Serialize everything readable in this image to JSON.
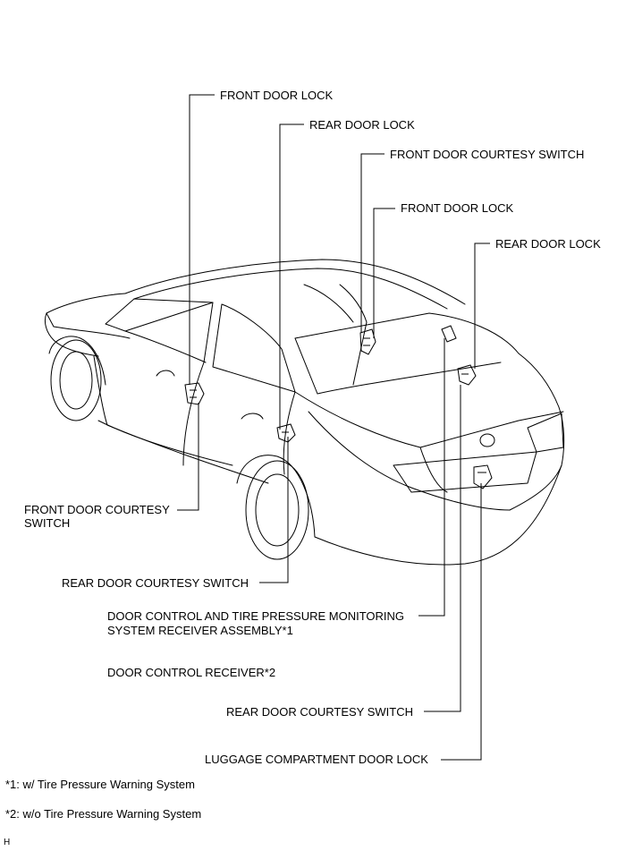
{
  "labels": {
    "front_door_lock_left": "FRONT DOOR LOCK",
    "rear_door_lock_left": "REAR DOOR LOCK",
    "front_door_courtesy_switch_right": "FRONT DOOR COURTESY SWITCH",
    "front_door_lock_right": "FRONT DOOR LOCK",
    "rear_door_lock_right": "REAR DOOR LOCK",
    "front_door_courtesy_switch_left_line1": "FRONT DOOR COURTESY",
    "front_door_courtesy_switch_left_line2": "SWITCH",
    "rear_door_courtesy_switch_left": "REAR DOOR COURTESY SWITCH",
    "door_control_tpms_line1": "DOOR CONTROL AND TIRE PRESSURE MONITORING",
    "door_control_tpms_line2": "SYSTEM RECEIVER ASSEMBLY*1",
    "door_control_receiver": "DOOR CONTROL RECEIVER*2",
    "rear_door_courtesy_switch_right": "REAR DOOR COURTESY SWITCH",
    "luggage_compartment_door_lock": "LUGGAGE COMPARTMENT DOOR LOCK"
  },
  "notes": {
    "note1": "*1: w/ Tire Pressure Warning System",
    "note2": "*2: w/o Tire Pressure Warning System"
  },
  "corner_mark": "H"
}
